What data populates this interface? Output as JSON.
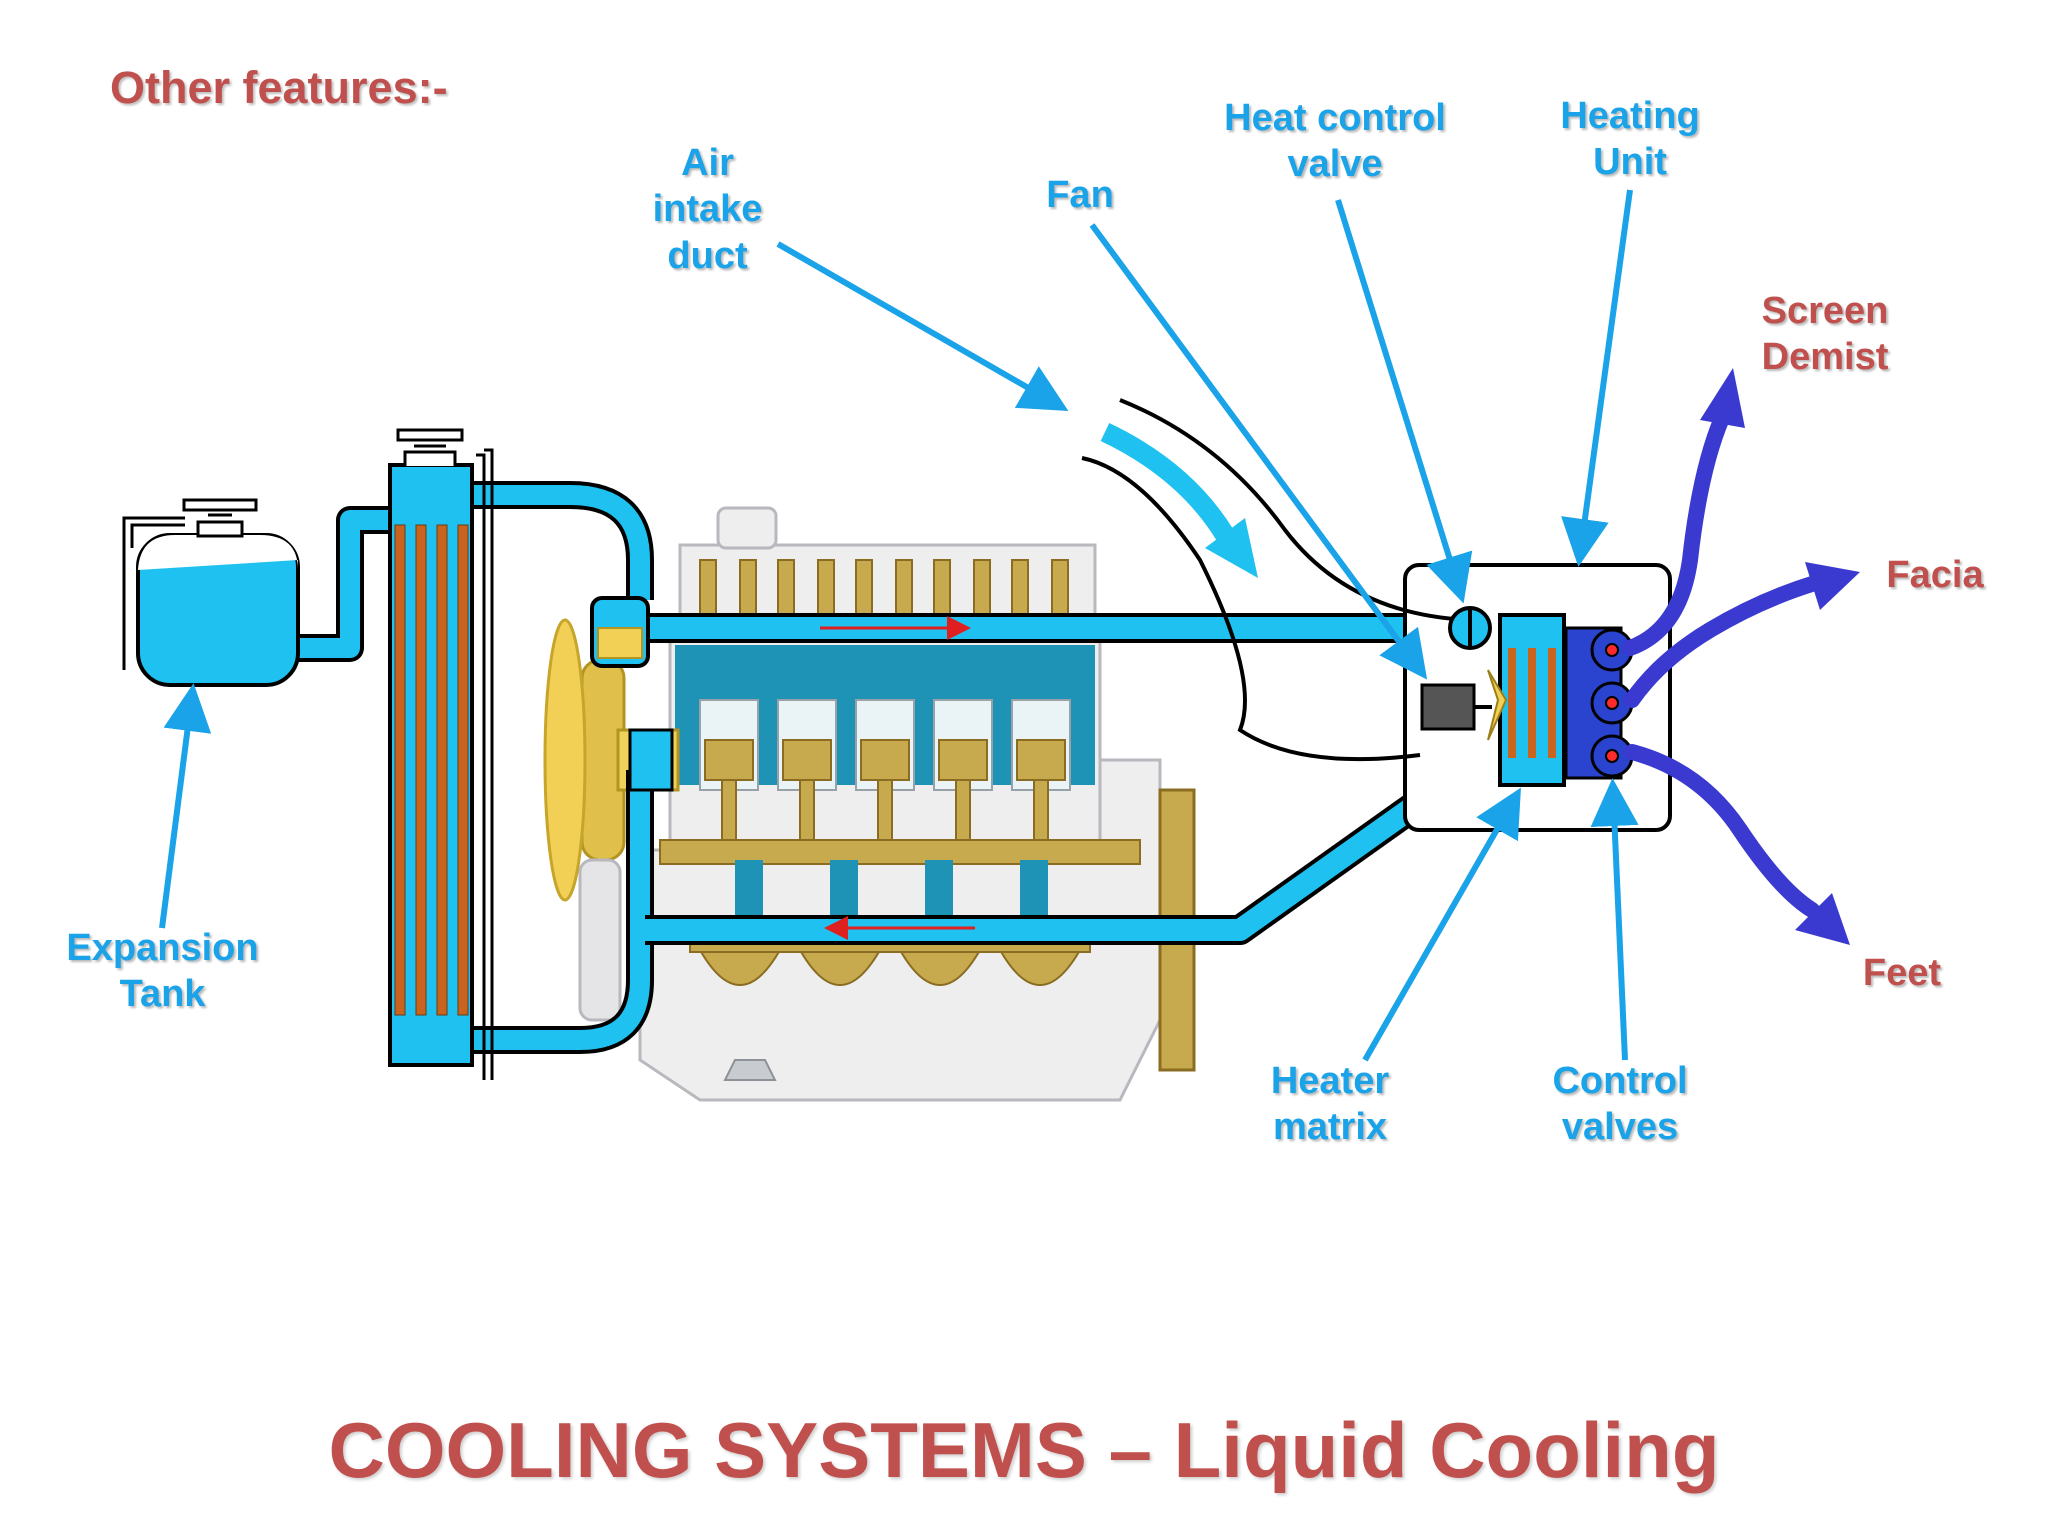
{
  "slide": {
    "heading": "Other features:-",
    "title": "COOLING SYSTEMS – Liquid Cooling"
  },
  "labels": {
    "air_intake_duct": [
      "Air",
      "intake",
      "duct"
    ],
    "fan": "Fan",
    "heat_control_valve": [
      "Heat control",
      "valve"
    ],
    "heating_unit": [
      "Heating",
      "Unit"
    ],
    "screen_demist": [
      "Screen",
      "Demist"
    ],
    "facia": "Facia",
    "feet": "Feet",
    "expansion_tank": [
      "Expansion",
      "Tank"
    ],
    "heater_matrix": [
      "Heater",
      "matrix"
    ],
    "control_valves": [
      "Control",
      "valves"
    ]
  },
  "colors": {
    "coolant": "#1ec1ef",
    "label_blue": "#1aa3e8",
    "label_red": "#c0504d",
    "air_flow": "#3a3ad0",
    "engine_brass": "#c8aa4e",
    "radiator_core": "#c8641e"
  }
}
